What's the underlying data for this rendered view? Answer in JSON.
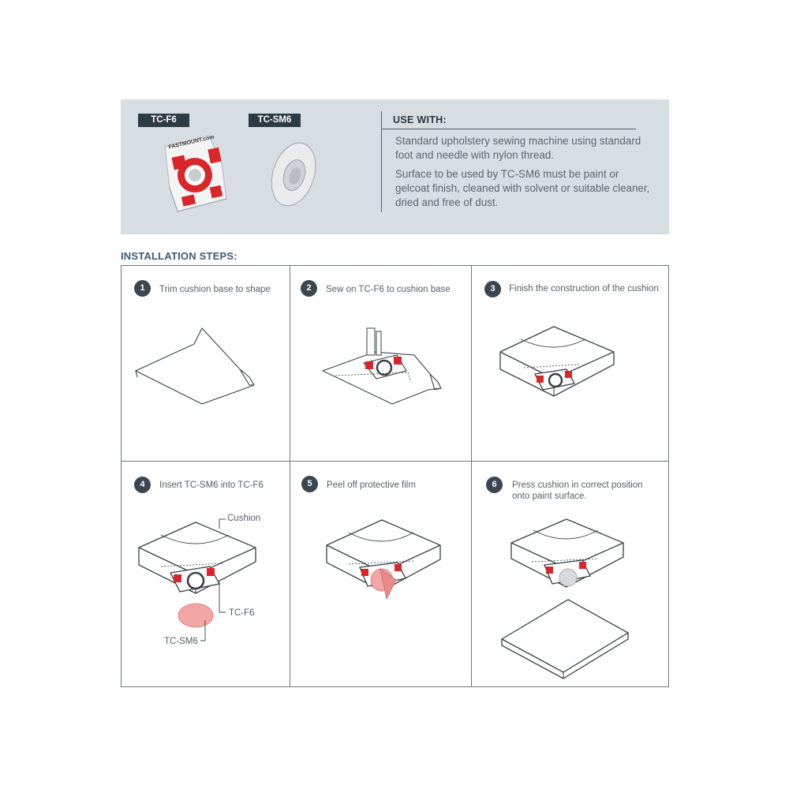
{
  "header": {
    "product1": "TC-F6",
    "product2": "TC-SM6",
    "use_with_title": "USE WITH:",
    "use_with_p1": "Standard upholstery sewing machine using standard foot and needle with nylon thread.",
    "use_with_p2": "Surface to be used by TC-SM6 must be paint or gelcoat finish, cleaned with solvent or suitable cleaner, dried and free of dust.",
    "brand_text": "FASTMOUNT.com"
  },
  "installation": {
    "title": "INSTALLATION STEPS:",
    "steps": [
      {
        "num": "1",
        "text": "Trim cushion base to shape"
      },
      {
        "num": "2",
        "text": "Sew on TC-F6 to cushion base"
      },
      {
        "num": "3",
        "text": "Finish the construction of the cushion"
      },
      {
        "num": "4",
        "text": "Insert TC-SM6 into TC-F6"
      },
      {
        "num": "5",
        "text": "Peel off protective film"
      },
      {
        "num": "6",
        "text": "Press cushion in correct position onto paint surface."
      }
    ],
    "labels": {
      "cushion": "Cushion",
      "tcf6": "TC-F6",
      "tcsm6": "TC-SM6"
    }
  },
  "colors": {
    "panel": "#d6dde3",
    "dark": "#2e3a44",
    "accent_red": "#d9262b",
    "film_pink": "#f2a6a6"
  }
}
